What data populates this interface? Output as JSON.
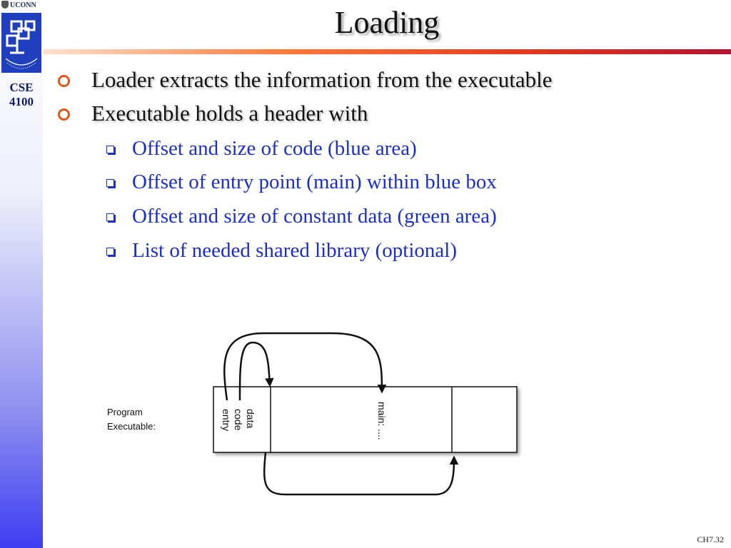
{
  "sidebar": {
    "university": "UCONN",
    "course_line1": "CSE",
    "course_line2": "4100"
  },
  "title": "Loading",
  "bullets": [
    "Loader extracts the information from the executable",
    "Executable holds a header with"
  ],
  "sub_bullets": [
    "Offset and size of code (blue area)",
    "Offset of entry point (main) within blue box",
    "Offset and size of constant data (green area)",
    "List of needed shared library (optional)"
  ],
  "diagram": {
    "caption_line1": "Program",
    "caption_line2": "Executable:",
    "field_entry": "entry",
    "field_code": "code",
    "field_data": "data",
    "main_label": "main: ...."
  },
  "footer": "CH7.32",
  "colors": {
    "bullet_ring": "#e0551a",
    "sub_bullet_text": "#1a2fc8",
    "title_rule_end": "#b3132f"
  }
}
